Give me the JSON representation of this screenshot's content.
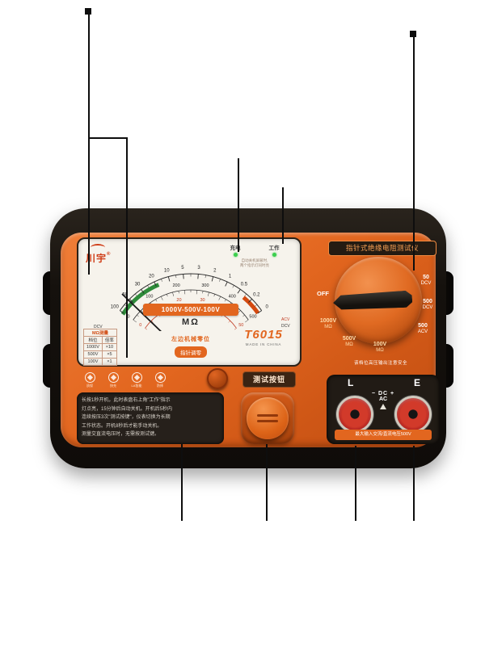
{
  "brand": {
    "name": "川宇",
    "reg": "®"
  },
  "panel": {
    "leds": [
      {
        "label": "充电"
      },
      {
        "label": "工作"
      }
    ],
    "led_note": [
      "自动关机屏蔽时,",
      "两个指示灯同时亮"
    ],
    "scale": {
      "mohm": [
        "100",
        "50",
        "30",
        "20",
        "10",
        "5",
        "3",
        "2",
        "1",
        "0.5",
        "0.2",
        "0"
      ],
      "dcv": [
        "0",
        "100",
        "200",
        "300",
        "400",
        "500"
      ],
      "acv": [
        "0",
        "10",
        "20",
        "30",
        "40",
        "50"
      ],
      "left_unit": "DCV",
      "right_unit_1": "ACV",
      "right_unit_2": "DCV"
    },
    "range_box": "1000V-500V-100V",
    "unit": "MΩ",
    "model": "T6015",
    "made_in": "MADE IN CHINA",
    "zero_title": "左边机械零位",
    "zero_button": "指针调零",
    "table": {
      "title": "MΩ测量",
      "headers": [
        "档位",
        "倍率"
      ],
      "rows": [
        [
          "1000V",
          "×10"
        ],
        [
          "500V",
          "×5"
        ],
        [
          "100V",
          "×1"
        ]
      ]
    }
  },
  "mid": {
    "badges": [
      {
        "label": "质保"
      },
      {
        "label": "快充"
      },
      {
        "label": "LA智能"
      },
      {
        "label": "防摔"
      }
    ],
    "test_button_label": "测试按钮"
  },
  "instructions": [
    "长按1秒开机，此时表盘右上角\"工作\"指示",
    "灯点亮，15分钟后自动关机。开机后5秒内",
    "连续按压3次\"测试按键\"，仪表切换为长期",
    "工作状态。开机8秒后才能手动关机。",
    "测量交直流电压时，无需按测试键。"
  ],
  "right": {
    "title": "指针式绝缘电阻测试仪",
    "off": "OFF",
    "left_positions": [
      {
        "v": "1000V",
        "u": "MΩ"
      },
      {
        "v": "500V",
        "u": "MΩ"
      },
      {
        "v": "100V",
        "u": "MΩ"
      }
    ],
    "right_positions": [
      {
        "v": "50",
        "u": "DCV"
      },
      {
        "v": "500",
        "u": "DCV"
      },
      {
        "v": "500",
        "u": "ACV"
      }
    ],
    "warning": "该档位高压输出注意安全"
  },
  "terminals": {
    "l": "L",
    "e": "E",
    "minus": "−",
    "plus": "+",
    "dc": "DC",
    "ac": "AC",
    "max_note": "最大输入交流/直流电压500V"
  },
  "colors": {
    "orange": "#e2661f",
    "green_led": "#3ccf4e",
    "red_jack": "#c22020"
  }
}
